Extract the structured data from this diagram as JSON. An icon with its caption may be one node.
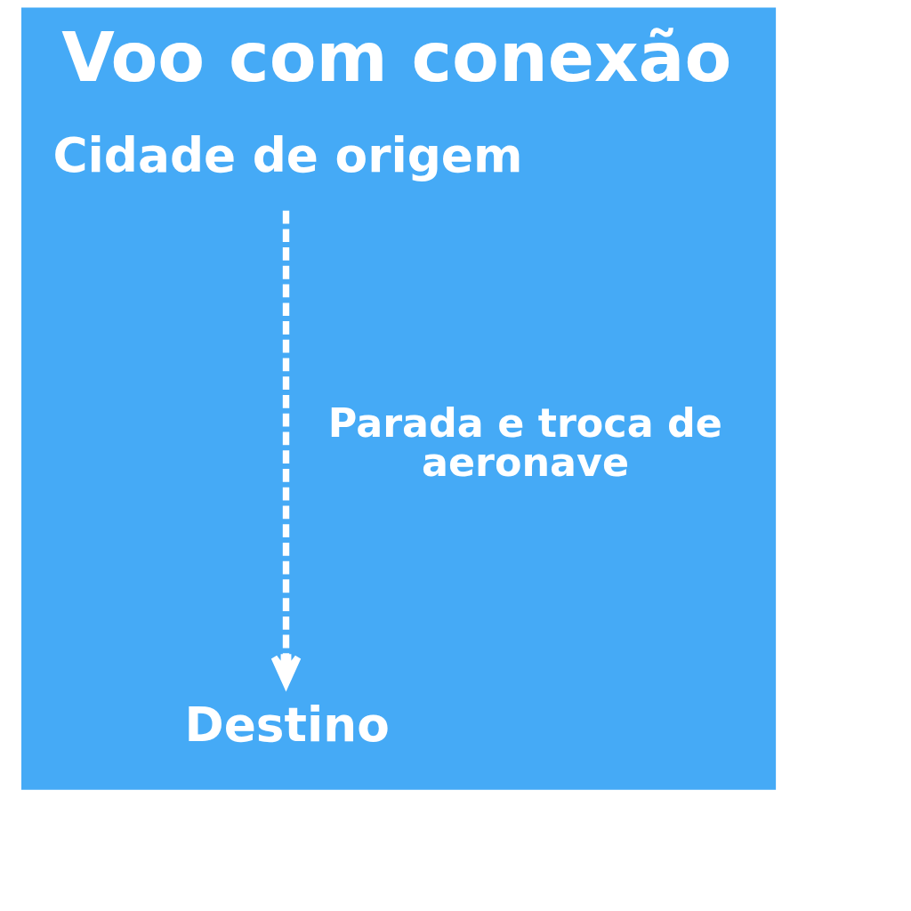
{
  "diagram": {
    "title": "Voo com conexão",
    "nodes": [
      {
        "text": [
          "Cidade de origem"
        ]
      },
      {
        "text": [
          "Destino"
        ]
      }
    ],
    "edges": [
      {
        "from": 0,
        "to": 1,
        "arrow": "to",
        "style": "dashed",
        "label": "Parada e troca de aeronave"
      }
    ]
  }
}
